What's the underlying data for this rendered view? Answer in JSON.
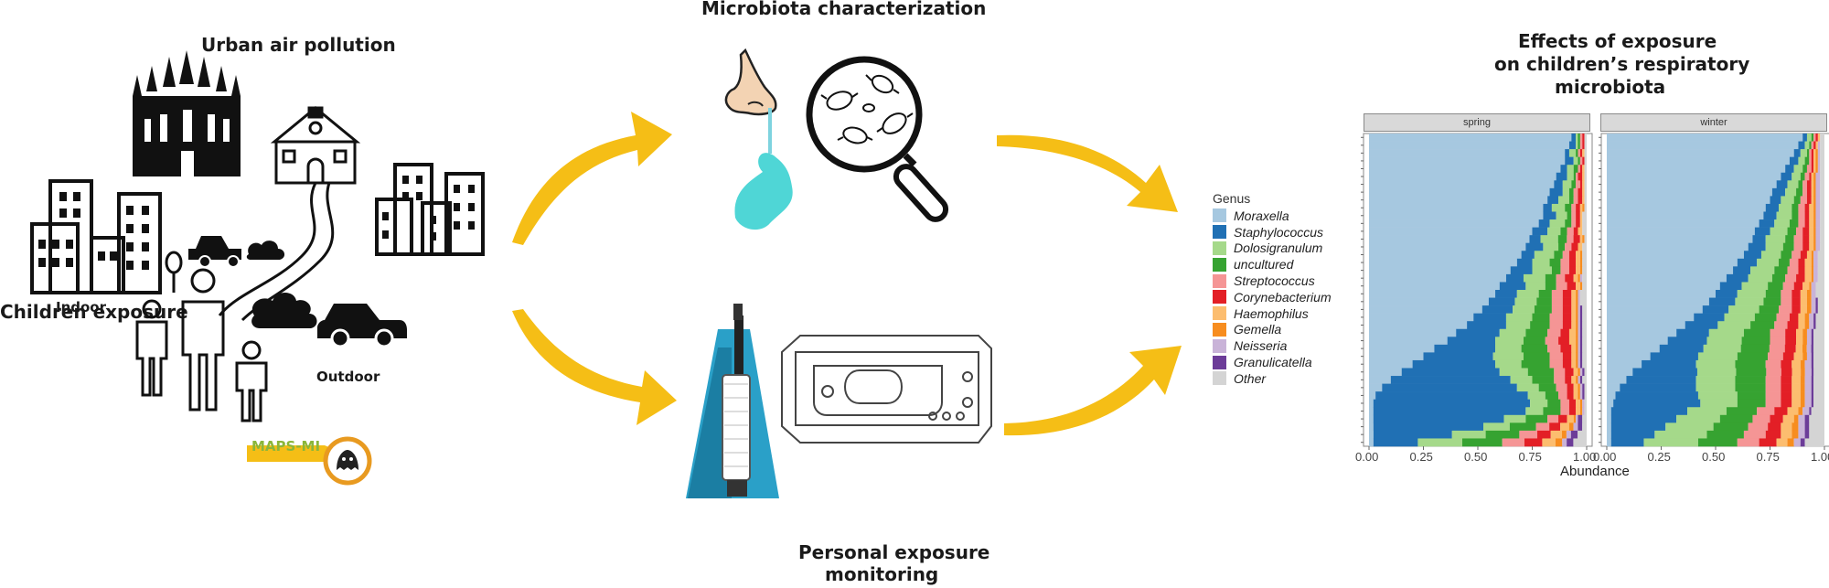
{
  "titles": {
    "urban": "Urban air pollution",
    "microbiota": "Microbiota characterization",
    "effects_line1": "Effects of exposure",
    "effects_line2": "on children’s respiratory",
    "effects_line3": "microbiota",
    "children": "Children exposure",
    "personal_line1": "Personal exposure",
    "personal_line2": "monitoring"
  },
  "labels": {
    "indoor": "Indoor",
    "outdoor": "Outdoor",
    "logo": "MAPS-MI"
  },
  "icons": {
    "cathedral": "cathedral-icon",
    "school": "school-icon",
    "buildings": "buildings-icon",
    "car": "car-icon",
    "family": "family-icon",
    "nose": "nose-icon",
    "swab": "swab-icon",
    "magnifier": "magnifier-icon",
    "sampler": "air-sampler-icon",
    "device": "monitor-device-icon",
    "arrow": "arrow-icon"
  },
  "colors": {
    "arrow": "#F5BE16",
    "Moraxella": "#A6C8E0",
    "Staphylococcus": "#2070B4",
    "Dolosigranulum": "#A5D98A",
    "uncultured": "#36A331",
    "Streptococcus": "#F59595",
    "Corynebacterium": "#E31F26",
    "Haemophilus": "#FCBD6F",
    "Gemella": "#F78D1F",
    "Neisseria": "#C9B3D8",
    "Granulicatella": "#6C3C98",
    "Other": "#D4D4D4"
  },
  "chart_data": {
    "type": "bar",
    "orientation": "horizontal-stacked",
    "legend_title": "Genus",
    "legend_position": "left",
    "xlabel": "Abundance",
    "xlim": [
      0,
      1
    ],
    "x_ticks": [
      "0.00",
      "0.25",
      "0.50",
      "0.75",
      "1.00"
    ],
    "genera": [
      "Moraxella",
      "Staphylococcus",
      "Dolosigranulum",
      "uncultured",
      "Streptococcus",
      "Corynebacterium",
      "Haemophilus",
      "Gemella",
      "Neisseria",
      "Granulicatella",
      "Other"
    ],
    "panels": [
      {
        "name": "spring",
        "segments": [
          [
            0.93,
            0.92,
            0.9,
            0.9,
            0.88,
            0.86,
            0.85,
            0.83,
            0.82,
            0.8,
            0.8,
            0.78,
            0.75,
            0.73,
            0.72,
            0.7,
            0.68,
            0.65,
            0.63,
            0.6,
            0.58,
            0.55,
            0.52,
            0.48,
            0.45,
            0.4,
            0.36,
            0.3,
            0.25,
            0.2,
            0.15,
            0.1,
            0.06,
            0.03,
            0.02,
            0.02,
            0.02,
            0.02,
            0.02,
            0.02
          ],
          [
            0.02,
            0.03,
            0.02,
            0.04,
            0.03,
            0.05,
            0.04,
            0.06,
            0.05,
            0.04,
            0.06,
            0.05,
            0.07,
            0.05,
            0.08,
            0.06,
            0.07,
            0.1,
            0.08,
            0.12,
            0.1,
            0.12,
            0.14,
            0.15,
            0.18,
            0.2,
            0.22,
            0.28,
            0.32,
            0.38,
            0.45,
            0.55,
            0.62,
            0.7,
            0.72,
            0.7,
            0.6,
            0.5,
            0.35,
            0.2
          ],
          [
            0.01,
            0.01,
            0.03,
            0.02,
            0.03,
            0.03,
            0.04,
            0.03,
            0.05,
            0.06,
            0.05,
            0.07,
            0.06,
            0.08,
            0.07,
            0.09,
            0.08,
            0.09,
            0.1,
            0.09,
            0.1,
            0.1,
            0.1,
            0.12,
            0.11,
            0.12,
            0.13,
            0.12,
            0.14,
            0.12,
            0.13,
            0.1,
            0.1,
            0.08,
            0.08,
            0.08,
            0.1,
            0.12,
            0.15,
            0.2
          ],
          [
            0.01,
            0.01,
            0.01,
            0.01,
            0.02,
            0.01,
            0.02,
            0.02,
            0.02,
            0.03,
            0.02,
            0.03,
            0.03,
            0.04,
            0.03,
            0.04,
            0.05,
            0.04,
            0.05,
            0.05,
            0.06,
            0.07,
            0.08,
            0.08,
            0.09,
            0.1,
            0.1,
            0.12,
            0.12,
            0.13,
            0.12,
            0.1,
            0.08,
            0.06,
            0.06,
            0.08,
            0.1,
            0.12,
            0.15,
            0.18
          ],
          [
            0.01,
            0.01,
            0.01,
            0.01,
            0.01,
            0.01,
            0.02,
            0.02,
            0.02,
            0.02,
            0.02,
            0.02,
            0.03,
            0.03,
            0.03,
            0.03,
            0.04,
            0.04,
            0.04,
            0.05,
            0.05,
            0.05,
            0.05,
            0.06,
            0.06,
            0.06,
            0.06,
            0.06,
            0.06,
            0.06,
            0.05,
            0.05,
            0.05,
            0.04,
            0.04,
            0.04,
            0.05,
            0.06,
            0.08,
            0.1
          ],
          [
            0.01,
            0.01,
            0.01,
            0.01,
            0.01,
            0.02,
            0.01,
            0.02,
            0.02,
            0.02,
            0.02,
            0.02,
            0.02,
            0.03,
            0.03,
            0.03,
            0.03,
            0.03,
            0.04,
            0.04,
            0.04,
            0.04,
            0.04,
            0.04,
            0.04,
            0.04,
            0.05,
            0.05,
            0.04,
            0.04,
            0.04,
            0.03,
            0.03,
            0.03,
            0.03,
            0.03,
            0.04,
            0.05,
            0.06,
            0.08
          ],
          [
            0.0,
            0.0,
            0.01,
            0.0,
            0.01,
            0.01,
            0.01,
            0.01,
            0.01,
            0.01,
            0.01,
            0.01,
            0.02,
            0.01,
            0.02,
            0.02,
            0.02,
            0.02,
            0.02,
            0.02,
            0.02,
            0.02,
            0.02,
            0.02,
            0.02,
            0.03,
            0.03,
            0.02,
            0.02,
            0.02,
            0.02,
            0.02,
            0.02,
            0.02,
            0.02,
            0.02,
            0.03,
            0.04,
            0.05,
            0.06
          ],
          [
            0.0,
            0.0,
            0.0,
            0.0,
            0.0,
            0.0,
            0.0,
            0.0,
            0.0,
            0.01,
            0.0,
            0.0,
            0.0,
            0.01,
            0.0,
            0.01,
            0.01,
            0.01,
            0.01,
            0.01,
            0.01,
            0.01,
            0.01,
            0.01,
            0.01,
            0.01,
            0.01,
            0.01,
            0.01,
            0.01,
            0.01,
            0.01,
            0.01,
            0.01,
            0.01,
            0.01,
            0.01,
            0.02,
            0.02,
            0.03
          ],
          [
            0.0,
            0.0,
            0.0,
            0.0,
            0.0,
            0.0,
            0.0,
            0.0,
            0.0,
            0.0,
            0.0,
            0.0,
            0.0,
            0.0,
            0.0,
            0.0,
            0.0,
            0.0,
            0.01,
            0.0,
            0.01,
            0.01,
            0.01,
            0.01,
            0.01,
            0.01,
            0.01,
            0.01,
            0.01,
            0.01,
            0.01,
            0.01,
            0.01,
            0.01,
            0.01,
            0.01,
            0.01,
            0.02,
            0.02,
            0.02
          ],
          [
            0.0,
            0.0,
            0.0,
            0.0,
            0.0,
            0.0,
            0.0,
            0.0,
            0.0,
            0.0,
            0.0,
            0.0,
            0.0,
            0.0,
            0.0,
            0.0,
            0.0,
            0.0,
            0.0,
            0.0,
            0.0,
            0.0,
            0.01,
            0.01,
            0.01,
            0.01,
            0.01,
            0.01,
            0.01,
            0.01,
            0.01,
            0.01,
            0.01,
            0.01,
            0.0,
            0.0,
            0.02,
            0.02,
            0.03,
            0.03
          ],
          [
            0.01,
            0.01,
            0.01,
            0.01,
            0.01,
            0.01,
            0.01,
            0.01,
            0.01,
            0.01,
            0.02,
            0.02,
            0.02,
            0.01,
            0.02,
            0.02,
            0.02,
            0.02,
            0.02,
            0.02,
            0.03,
            0.03,
            0.02,
            0.02,
            0.02,
            0.02,
            0.02,
            0.02,
            0.02,
            0.02,
            0.01,
            0.02,
            0.01,
            0.01,
            0.01,
            0.01,
            0.02,
            0.02,
            0.04,
            0.06
          ]
        ]
      },
      {
        "name": "winter",
        "segments": [
          [
            0.9,
            0.88,
            0.86,
            0.84,
            0.82,
            0.8,
            0.78,
            0.76,
            0.75,
            0.73,
            0.72,
            0.7,
            0.68,
            0.67,
            0.65,
            0.63,
            0.6,
            0.58,
            0.55,
            0.52,
            0.5,
            0.47,
            0.44,
            0.4,
            0.36,
            0.32,
            0.28,
            0.24,
            0.2,
            0.16,
            0.12,
            0.09,
            0.06,
            0.04,
            0.03,
            0.02,
            0.02,
            0.02,
            0.02,
            0.02
          ],
          [
            0.02,
            0.03,
            0.03,
            0.04,
            0.04,
            0.05,
            0.05,
            0.06,
            0.05,
            0.06,
            0.06,
            0.07,
            0.07,
            0.06,
            0.08,
            0.08,
            0.09,
            0.08,
            0.1,
            0.1,
            0.1,
            0.12,
            0.12,
            0.14,
            0.15,
            0.15,
            0.18,
            0.2,
            0.22,
            0.25,
            0.3,
            0.32,
            0.35,
            0.38,
            0.4,
            0.35,
            0.3,
            0.25,
            0.2,
            0.15
          ],
          [
            0.02,
            0.02,
            0.03,
            0.03,
            0.04,
            0.04,
            0.05,
            0.05,
            0.06,
            0.06,
            0.07,
            0.07,
            0.08,
            0.09,
            0.08,
            0.09,
            0.1,
            0.11,
            0.11,
            0.12,
            0.13,
            0.13,
            0.14,
            0.14,
            0.15,
            0.16,
            0.16,
            0.17,
            0.18,
            0.18,
            0.18,
            0.18,
            0.18,
            0.18,
            0.17,
            0.18,
            0.2,
            0.22,
            0.24,
            0.25
          ],
          [
            0.01,
            0.01,
            0.01,
            0.02,
            0.02,
            0.02,
            0.02,
            0.03,
            0.03,
            0.03,
            0.03,
            0.04,
            0.04,
            0.04,
            0.05,
            0.05,
            0.05,
            0.06,
            0.06,
            0.07,
            0.07,
            0.08,
            0.09,
            0.1,
            0.11,
            0.12,
            0.13,
            0.13,
            0.14,
            0.14,
            0.14,
            0.14,
            0.14,
            0.13,
            0.13,
            0.14,
            0.15,
            0.16,
            0.17,
            0.18
          ],
          [
            0.01,
            0.01,
            0.01,
            0.01,
            0.02,
            0.02,
            0.02,
            0.02,
            0.03,
            0.03,
            0.03,
            0.03,
            0.03,
            0.04,
            0.04,
            0.04,
            0.04,
            0.05,
            0.05,
            0.05,
            0.05,
            0.05,
            0.06,
            0.06,
            0.06,
            0.07,
            0.07,
            0.07,
            0.07,
            0.07,
            0.07,
            0.07,
            0.07,
            0.07,
            0.07,
            0.08,
            0.08,
            0.09,
            0.1,
            0.1
          ],
          [
            0.01,
            0.01,
            0.01,
            0.01,
            0.01,
            0.01,
            0.02,
            0.02,
            0.02,
            0.02,
            0.02,
            0.02,
            0.03,
            0.03,
            0.03,
            0.03,
            0.03,
            0.03,
            0.04,
            0.04,
            0.04,
            0.04,
            0.04,
            0.04,
            0.05,
            0.05,
            0.05,
            0.05,
            0.05,
            0.05,
            0.05,
            0.05,
            0.05,
            0.05,
            0.05,
            0.06,
            0.06,
            0.06,
            0.07,
            0.08
          ],
          [
            0.01,
            0.01,
            0.01,
            0.01,
            0.01,
            0.01,
            0.01,
            0.01,
            0.01,
            0.02,
            0.02,
            0.02,
            0.02,
            0.02,
            0.02,
            0.02,
            0.03,
            0.03,
            0.03,
            0.03,
            0.03,
            0.03,
            0.03,
            0.03,
            0.03,
            0.03,
            0.03,
            0.03,
            0.04,
            0.04,
            0.04,
            0.04,
            0.04,
            0.04,
            0.04,
            0.05,
            0.05,
            0.05,
            0.05,
            0.05
          ],
          [
            0.0,
            0.0,
            0.01,
            0.01,
            0.01,
            0.01,
            0.01,
            0.01,
            0.01,
            0.01,
            0.01,
            0.01,
            0.01,
            0.01,
            0.01,
            0.01,
            0.01,
            0.01,
            0.01,
            0.01,
            0.02,
            0.02,
            0.02,
            0.02,
            0.02,
            0.02,
            0.02,
            0.02,
            0.02,
            0.02,
            0.02,
            0.02,
            0.02,
            0.02,
            0.02,
            0.02,
            0.02,
            0.03,
            0.03,
            0.03
          ],
          [
            0.0,
            0.01,
            0.01,
            0.01,
            0.01,
            0.02,
            0.02,
            0.02,
            0.02,
            0.02,
            0.02,
            0.02,
            0.02,
            0.02,
            0.02,
            0.02,
            0.02,
            0.02,
            0.02,
            0.02,
            0.02,
            0.02,
            0.02,
            0.02,
            0.02,
            0.02,
            0.02,
            0.02,
            0.02,
            0.03,
            0.03,
            0.03,
            0.03,
            0.03,
            0.03,
            0.03,
            0.03,
            0.03,
            0.03,
            0.03
          ],
          [
            0.0,
            0.0,
            0.0,
            0.0,
            0.0,
            0.0,
            0.0,
            0.0,
            0.0,
            0.0,
            0.0,
            0.0,
            0.0,
            0.0,
            0.0,
            0.0,
            0.0,
            0.0,
            0.0,
            0.0,
            0.0,
            0.01,
            0.01,
            0.01,
            0.01,
            0.01,
            0.01,
            0.01,
            0.01,
            0.01,
            0.01,
            0.01,
            0.01,
            0.01,
            0.01,
            0.01,
            0.02,
            0.02,
            0.02,
            0.02
          ],
          [
            0.02,
            0.02,
            0.02,
            0.02,
            0.02,
            0.02,
            0.02,
            0.02,
            0.02,
            0.02,
            0.02,
            0.02,
            0.02,
            0.02,
            0.02,
            0.03,
            0.03,
            0.03,
            0.03,
            0.04,
            0.04,
            0.03,
            0.03,
            0.04,
            0.04,
            0.05,
            0.05,
            0.05,
            0.05,
            0.05,
            0.05,
            0.05,
            0.05,
            0.05,
            0.05,
            0.06,
            0.07,
            0.07,
            0.07,
            0.09
          ]
        ]
      }
    ]
  }
}
